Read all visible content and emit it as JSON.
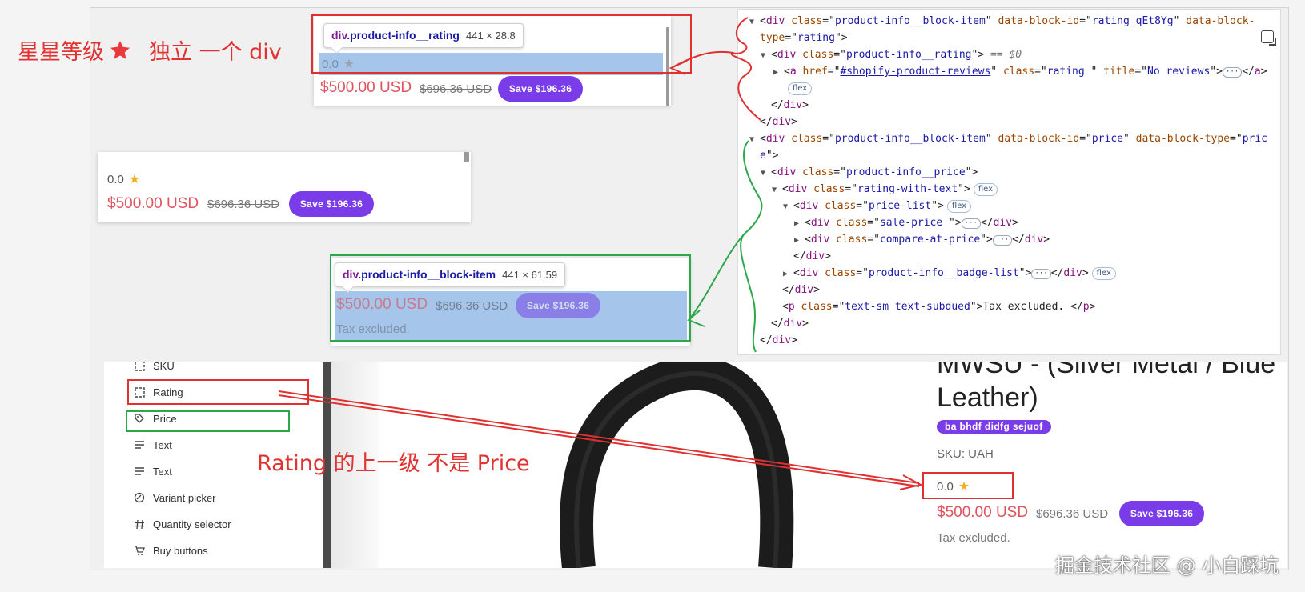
{
  "annotations": {
    "star_level": "星星等级",
    "independent_div": "独立 一个 div",
    "rating_parent": "Rating 的上一级 不是 Price"
  },
  "product": {
    "rating": "0.0",
    "sale_price": "$500.00 USD",
    "compare_price": "$696.36 USD",
    "save_badge": "Save $196.36",
    "tax_note": "Tax excluded.",
    "tax_note_cut": "Tax excluded.",
    "title_line1": "MWSU - (Silver Metal / Blue",
    "title_line2": "Leather)",
    "variant_badge": "ba bhdf didfg sejuof",
    "sku": "SKU: UAH"
  },
  "tooltips": {
    "rating": {
      "tag": "div",
      "cls": ".product-info__rating",
      "dims": "441 × 28.8"
    },
    "block_item": {
      "tag": "div",
      "cls": ".product-info__block-item",
      "dims": "441 × 61.59"
    }
  },
  "devtools": {
    "l1": {
      "tag": "div",
      "a1": "class",
      "v1": "product-info__block-item",
      "a2": "data-block-id",
      "v2": "rating_qEt8Yg",
      "a3": "data-block-"
    },
    "l2": {
      "a": "type",
      "v": "rating"
    },
    "l3": {
      "tag": "div",
      "a": "class",
      "v": "product-info__rating",
      "sel": "== $0"
    },
    "l4": {
      "tag": "a",
      "a1": "href",
      "v1": "#shopify-product-reviews",
      "a2": "class",
      "v2": "rating ",
      "a3": "title",
      "v3": "No reviews"
    },
    "flex": "flex",
    "close_div": "div",
    "l8": {
      "tag": "div",
      "a1": "class",
      "v1": "product-info__block-item",
      "a2": "data-block-id",
      "v2": "price",
      "a3": "data-block-type",
      "v3a": "pric",
      "v3b": "e"
    },
    "l10": {
      "tag": "div",
      "a": "class",
      "v": "product-info__price"
    },
    "l11": {
      "tag": "div",
      "a": "class",
      "v": "rating-with-text"
    },
    "l12": {
      "tag": "div",
      "a": "class",
      "v": "price-list"
    },
    "l13": {
      "tag": "div",
      "a": "class",
      "v": "sale-price "
    },
    "l14": {
      "tag": "div",
      "a": "class",
      "v": "compare-at-price"
    },
    "l16": {
      "tag": "div",
      "a": "class",
      "v": "product-info__badge-list"
    },
    "l18": {
      "tag": "p",
      "a": "class",
      "v": "text-sm text-subdued",
      "text": "Tax excluded. "
    },
    "p_close": "p"
  },
  "sidebar": {
    "items": [
      {
        "label": "SKU",
        "icon": "dashed-square-icon"
      },
      {
        "label": "Rating",
        "icon": "dashed-square-icon"
      },
      {
        "label": "Price",
        "icon": "price-tag-icon"
      },
      {
        "label": "Text",
        "icon": "text-lines-icon"
      },
      {
        "label": "Text",
        "icon": "text-lines-icon"
      },
      {
        "label": "Variant picker",
        "icon": "variant-icon"
      },
      {
        "label": "Quantity selector",
        "icon": "hash-icon"
      },
      {
        "label": "Buy buttons",
        "icon": "cart-icon"
      }
    ]
  },
  "watermark": "掘金技术社区 @ 小白踩坑",
  "colors": {
    "annotation_red": "#e23232",
    "annotation_green": "#2ba84a",
    "badge_purple": "#7a3ce8",
    "sale_red": "#e0535e",
    "star_gold": "#f2b01e",
    "highlight_blue": "#6fa1de"
  }
}
